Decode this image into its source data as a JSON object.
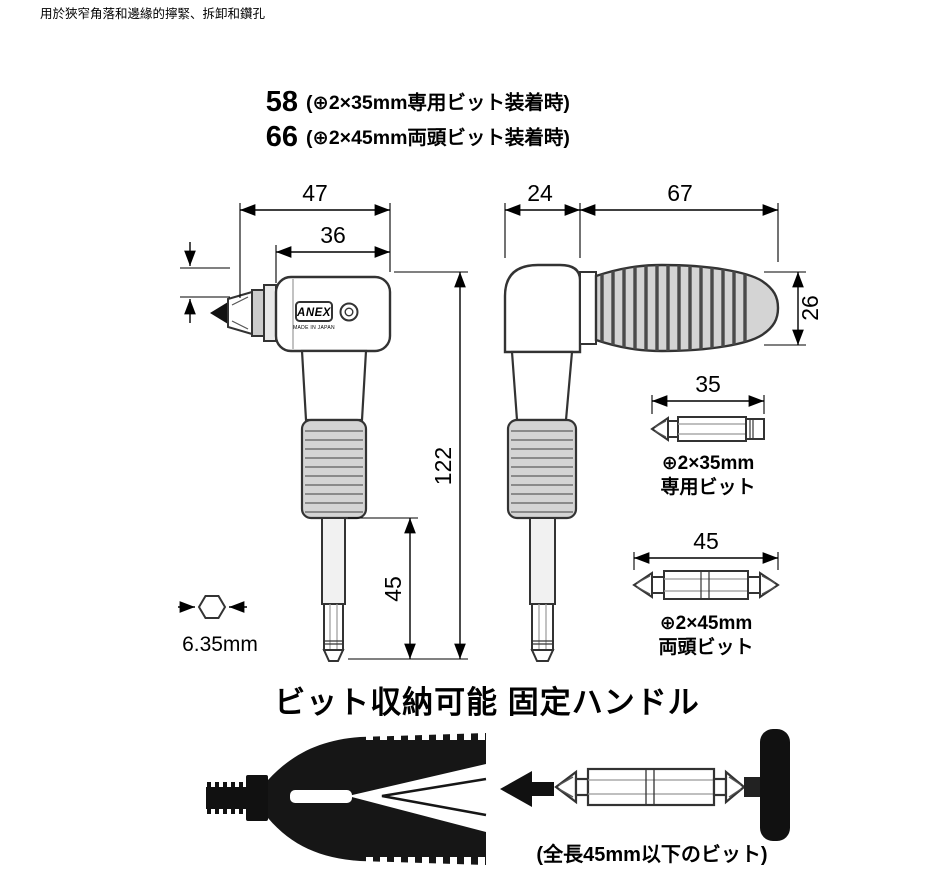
{
  "page": {
    "top_note": "用於狹窄角落和邊緣的擰緊、拆卸和鑽孔"
  },
  "spec_lines": [
    {
      "num": "58",
      "desc": "(⊕2×35mm専用ビット装着時)"
    },
    {
      "num": "66",
      "desc": "(⊕2×45mm両頭ビット装着時)"
    }
  ],
  "front_view": {
    "dim_width_full": "47",
    "dim_width_body": "36",
    "dim_height_total": "122",
    "dim_shaft": "45",
    "hex_size": "6.35mm",
    "brand": "ANEX",
    "made_in": "MADE IN JAPAN"
  },
  "side_view": {
    "dim_head": "24",
    "dim_handle": "67",
    "dim_handle_dia": "26"
  },
  "bits": [
    {
      "dim": "35",
      "spec": "⊕2×35mm",
      "type": "専用ビット"
    },
    {
      "dim": "45",
      "spec": "⊕2×45mm",
      "type": "両頭ビット"
    }
  ],
  "feature": {
    "heading": "ビット収納可能 固定ハンドル",
    "note": "(全長45mm以下のビット)"
  }
}
